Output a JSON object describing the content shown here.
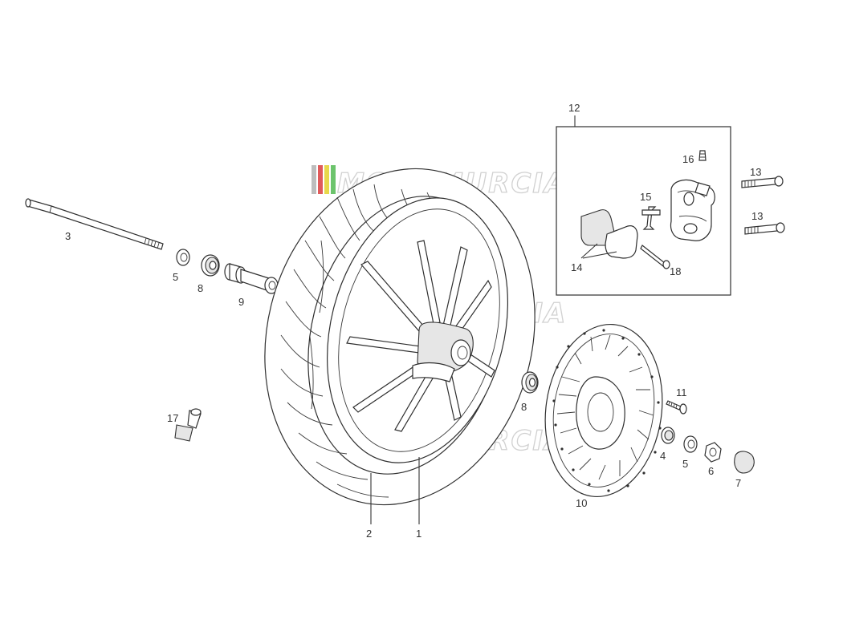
{
  "diagram": {
    "watermark_text": "MOTOMURCIA",
    "brand_colors": {
      "stripe_red": "#e05a5a",
      "stripe_yellow": "#e8d84a",
      "stripe_green": "#6cc46c",
      "stripe_grey": "#bdbdbd"
    },
    "callouts": {
      "wheel_rim": "1",
      "tyre": "2",
      "axle": "3",
      "spacer_right": "4",
      "washer_left": "5",
      "washer_right": "5",
      "nut": "6",
      "cap": "7",
      "bearing_left": "8",
      "bearing_right": "8",
      "spacer_left": "9",
      "brake_disc": "10",
      "disc_screw": "11",
      "caliper_kit": "12",
      "caliper_bolt_top": "13",
      "caliper_bolt_bottom": "13",
      "brake_pads": "14",
      "pad_spring": "15",
      "bleed_valve": "16",
      "tyre_valve": "17",
      "pad_pin": "18"
    }
  }
}
